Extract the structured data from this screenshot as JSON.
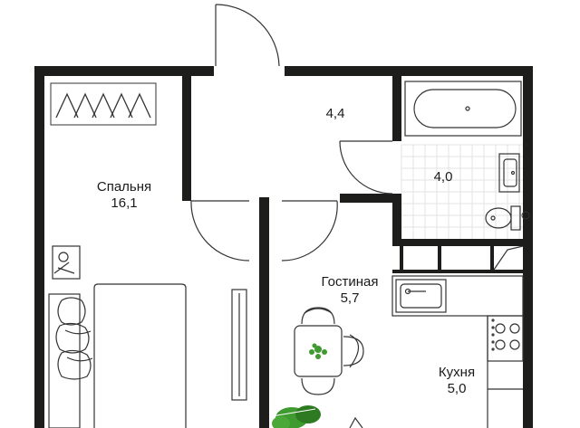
{
  "rooms": {
    "bedroom": {
      "name": "Спальня",
      "area": "16,1"
    },
    "hall": {
      "name": "",
      "area": "4,4"
    },
    "bathroom": {
      "name": "",
      "area": "4,0"
    },
    "living": {
      "name": "Гостиная",
      "area": "5,7"
    },
    "kitchen": {
      "name": "Кухня",
      "area": "5,0"
    }
  },
  "colors": {
    "wall": "#1d1d1b",
    "furniture_stroke": "#333333",
    "plant": "#3f9a2f",
    "plant_dark": "#2e7a22",
    "tile": "#e6e6e6"
  },
  "icons": [
    "hanger-icon",
    "bed-icon",
    "pillow-icon",
    "bathtub-icon",
    "sink-icon",
    "toilet-icon",
    "kitchen-sink-icon",
    "stove-icon",
    "table-icon",
    "chair-icon",
    "plant-icon",
    "door-swing-icon"
  ]
}
